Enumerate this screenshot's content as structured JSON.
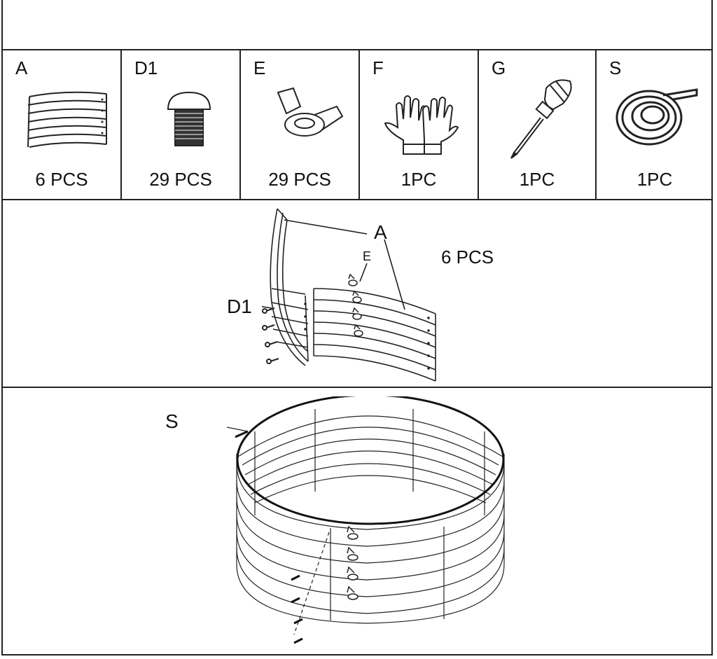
{
  "parts": [
    {
      "letter": "A",
      "qty": "6  PCS",
      "icon": "curved-panel-icon"
    },
    {
      "letter": "D1",
      "qty": "29 PCS",
      "icon": "bolt-icon"
    },
    {
      "letter": "E",
      "qty": "29 PCS",
      "icon": "wing-nut-icon"
    },
    {
      "letter": "F",
      "qty": "1PC",
      "icon": "gloves-icon"
    },
    {
      "letter": "G",
      "qty": "1PC",
      "icon": "screwdriver-icon"
    },
    {
      "letter": "S",
      "qty": "1PC",
      "icon": "edge-trim-coil-icon"
    }
  ],
  "step1": {
    "label_a": "A",
    "label_e": "E",
    "label_d1": "D1",
    "qty": "6  PCS"
  },
  "step2": {
    "label_s": "S"
  }
}
